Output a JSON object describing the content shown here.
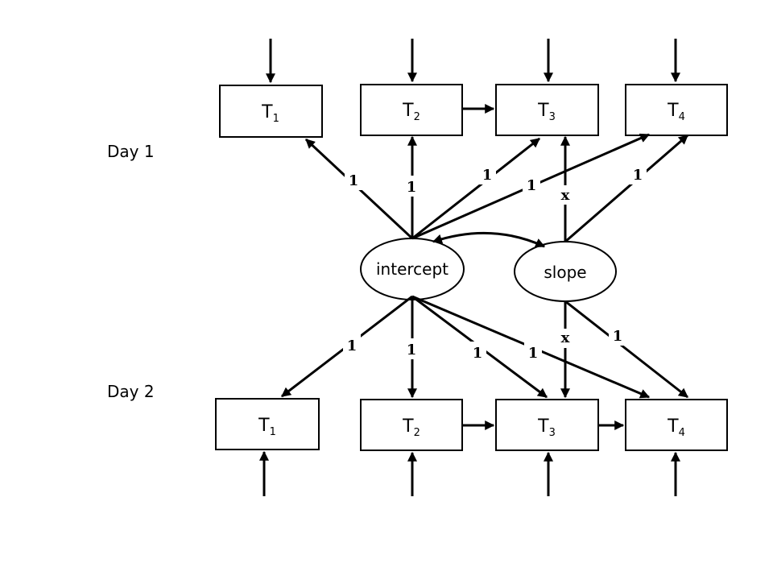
{
  "diagram": {
    "day1_label": "Day  1",
    "day2_label": "Day  2",
    "latent": {
      "intercept": "intercept",
      "slope": "slope"
    },
    "day1_nodes": [
      {
        "main": "T",
        "sub": "1"
      },
      {
        "main": "T",
        "sub": "2"
      },
      {
        "main": "T",
        "sub": "3"
      },
      {
        "main": "T",
        "sub": "4"
      }
    ],
    "day2_nodes": [
      {
        "main": "T",
        "sub": "1"
      },
      {
        "main": "T",
        "sub": "2"
      },
      {
        "main": "T",
        "sub": "3"
      },
      {
        "main": "T",
        "sub": "4"
      }
    ],
    "loadings_day1": {
      "intercept_t1": "1",
      "intercept_t2": "1",
      "intercept_t3": "1",
      "intercept_t4": "1",
      "slope_t3": "x",
      "slope_t4": "1"
    },
    "loadings_day2": {
      "intercept_t1": "1",
      "intercept_t2": "1",
      "intercept_t3": "1",
      "intercept_t4": "1",
      "slope_t3": "x",
      "slope_t4": "1"
    }
  }
}
